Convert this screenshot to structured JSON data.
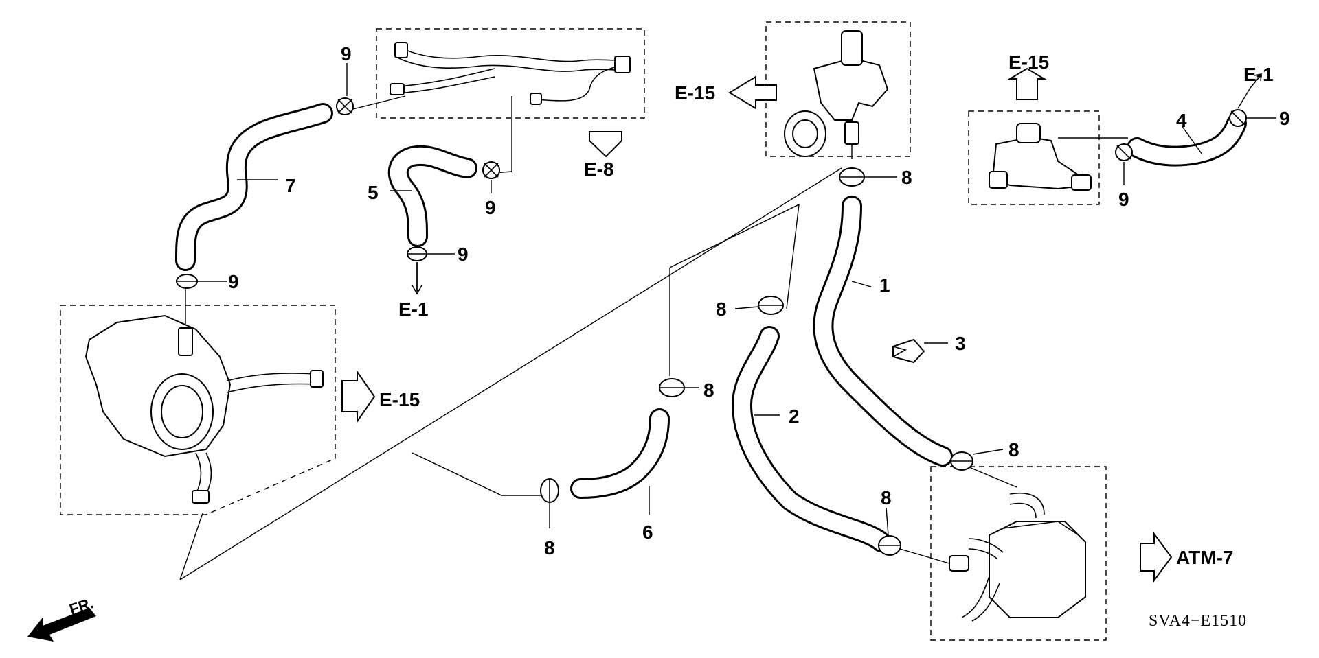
{
  "diagram": {
    "part_code": "SVA4−E1510",
    "front_label": "FR.",
    "references": {
      "e15_top": "E-15",
      "e15_right": "E-15",
      "e15_left": "E-15",
      "e8": "E-8",
      "e1_mid": "E-1",
      "e1_right": "E-1",
      "atm7": "ATM-7"
    },
    "callouts": {
      "p1": "1",
      "p2": "2",
      "p3": "3",
      "p4": "4",
      "p5": "5",
      "p6": "6",
      "p7": "7",
      "p8_a": "8",
      "p8_b": "8",
      "p8_c": "8",
      "p8_d": "8",
      "p8_e": "8",
      "p8_f": "8",
      "p9_a": "9",
      "p9_b": "9",
      "p9_c": "9",
      "p9_d": "9",
      "p9_e": "9",
      "p9_f": "9"
    }
  }
}
